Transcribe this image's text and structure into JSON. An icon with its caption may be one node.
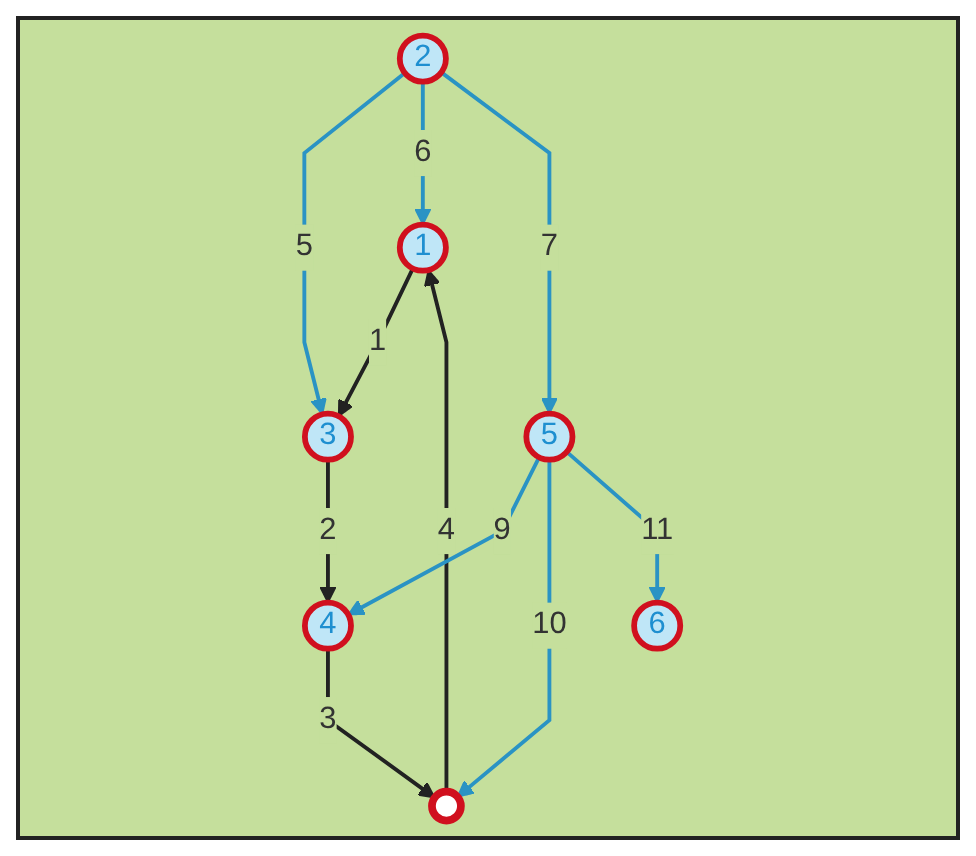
{
  "diagram": {
    "nodes": [
      {
        "text": [
          "1"
        ]
      },
      {
        "text": [
          "2"
        ]
      },
      {
        "text": [
          "3"
        ]
      },
      {
        "text": [
          "4"
        ]
      },
      {
        "text": [
          "5"
        ]
      },
      {
        "text": [
          "6"
        ]
      },
      {
        "text": [],
        "shape": "circle"
      }
    ],
    "edges": [
      {
        "from": 0,
        "to": 2,
        "arrow": "to",
        "label": "1",
        "color": "#222222"
      },
      {
        "from": 2,
        "to": 3,
        "arrow": "to",
        "label": "2",
        "color": "#222222"
      },
      {
        "from": 3,
        "to": 6,
        "arrow": "to",
        "label": "3",
        "color": "#222222"
      },
      {
        "from": 6,
        "to": 0,
        "arrow": "to",
        "label": "4",
        "color": "#222222"
      },
      {
        "from": 1,
        "to": 2,
        "arrow": "to",
        "label": "5"
      },
      {
        "from": 1,
        "to": 0,
        "arrow": "to",
        "label": "6"
      },
      {
        "from": 1,
        "to": 4,
        "arrow": "to",
        "label": "7"
      },
      {
        "from": 4,
        "to": 3,
        "arrow": "to",
        "label": "9"
      },
      {
        "from": 4,
        "to": 6,
        "arrow": "to",
        "label": "10"
      },
      {
        "from": 4,
        "to": 5,
        "arrow": "to",
        "label": "11"
      }
    ]
  }
}
